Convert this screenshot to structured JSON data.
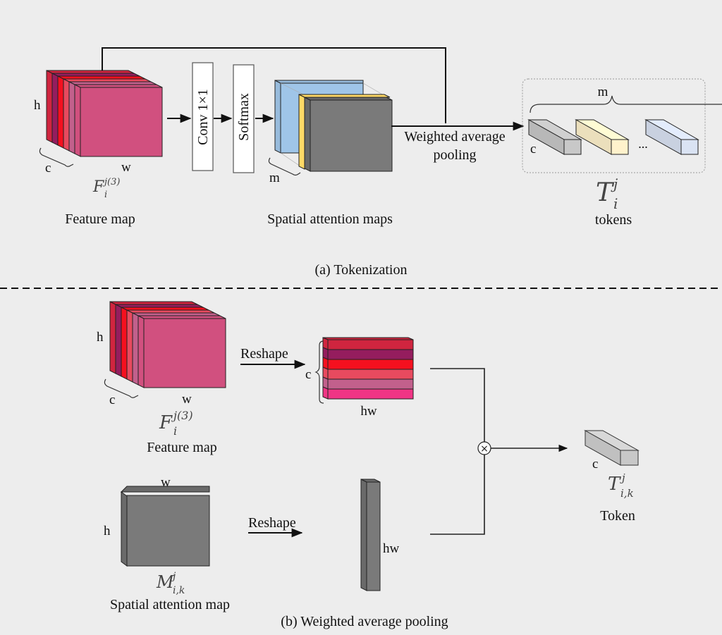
{
  "panel_a": {
    "caption": "(a) Tokenization",
    "feature_map": {
      "label": "Feature map",
      "symbol_base": "F",
      "symbol_sub": "i",
      "symbol_sup": "j(3)",
      "dim_h": "h",
      "dim_w": "w",
      "dim_c": "c",
      "slice_colors": [
        "#d0253f",
        "#951d5e",
        "#f5101f",
        "#e84a5f",
        "#c2608c",
        "#d1507f"
      ]
    },
    "conv_block": {
      "label": "Conv 1×1"
    },
    "softmax_block": {
      "label": "Softmax"
    },
    "attention_maps": {
      "label": "Spatial attention maps",
      "dim_m": "m",
      "colors": [
        "#9fc5e8",
        "#ffd966",
        "#7a7a7a"
      ]
    },
    "pooling": {
      "line1": "Weighted average",
      "line2": "pooling"
    },
    "tokens": {
      "label": "tokens",
      "symbol_base": "T",
      "symbol_sub": "i",
      "symbol_sup": "j",
      "dim_m": "m",
      "dim_c": "c",
      "ellipsis": "...",
      "colors": [
        "#c8c8c8",
        "#fff2cc",
        "#dae3f3"
      ]
    }
  },
  "panel_b": {
    "caption": "(b) Weighted average pooling",
    "feature_map": {
      "label": "Feature map",
      "symbol_base": "F",
      "symbol_sub": "i",
      "symbol_sup": "j(3)",
      "dim_h": "h",
      "dim_w": "w",
      "dim_c": "c"
    },
    "reshape_top": {
      "label": "Reshape"
    },
    "reshaped_matrix": {
      "dim_c": "c",
      "dim_hw": "hw",
      "row_colors": [
        "#d0253f",
        "#951d5e",
        "#f5101f",
        "#e84a5f",
        "#c2608c",
        "#f03585"
      ]
    },
    "attention_map": {
      "label": "Spatial attention map",
      "symbol_base": "M",
      "symbol_sub": "i,k",
      "symbol_sup": "j",
      "dim_h": "h",
      "dim_w": "w",
      "color": "#7a7a7a"
    },
    "reshape_bottom": {
      "label": "Reshape"
    },
    "reshaped_vector": {
      "dim_hw": "hw"
    },
    "multiply_symbol": "×",
    "token": {
      "label": "Token",
      "symbol_base": "T",
      "symbol_sub": "i,k",
      "symbol_sup": "j",
      "dim_c": "c",
      "color": "#c8c8c8"
    }
  }
}
